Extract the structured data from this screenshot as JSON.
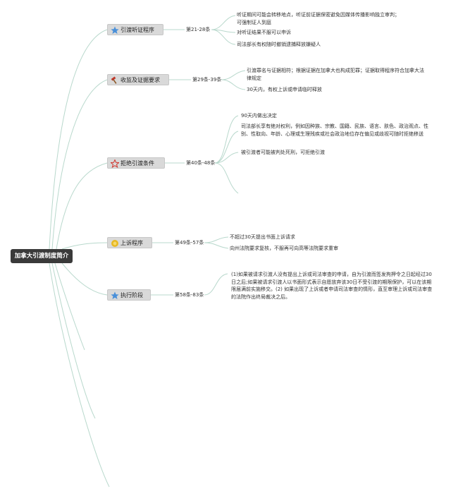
{
  "root": {
    "label": "加拿大引渡制度简介"
  },
  "topics": [
    {
      "label": "引渡听证程序",
      "icon": "blue-star-icon",
      "articles": "第21-28条",
      "leaves": [
        "听证期间可能会转移地点，听证前证据保密避免因媒体传播影响独立审判；可强制证人到庭",
        "对听证结果不服可以申诉",
        "司法部长有权随时撤销逮捕释放嫌疑人"
      ]
    },
    {
      "label": "收监及证据要求",
      "icon": "red-hammer-icon",
      "articles": "第29条-39条",
      "leaves": [
        "引渡罪名与证据相符；根据证据在加拿大也构成犯罪；证据取得程序符合加拿大法律规定",
        "30天内，有权上诉或申请临时释放"
      ]
    },
    {
      "label": "拒绝引渡条件",
      "icon": "red-star-outline-icon",
      "articles": "第40条-48条",
      "leaves": [
        "90天内做出决定",
        "司法部长享有绝对权利，例如因种族、宗教、国籍、民族、语言、肤色、政治观点、性别、性取向、年龄、心理或生理残疾或社会政治地位存在偏见或歧视可随时拒绝移送",
        "被引渡者可能被判处死刑，可拒绝引渡"
      ]
    },
    {
      "label": "上诉程序",
      "icon": "gold-circle-icon",
      "articles": "第49条-57条",
      "leaves": [
        "不超过30天提出书面上诉请求",
        "向州法院要求复核，不服再可向高等法院要求重审"
      ]
    },
    {
      "label": "执行阶段",
      "icon": "blue-star-icon",
      "articles": "第58条-83条",
      "leaves": [
        "(1)如果被请求引渡人没有提出上诉或司法审查的申请，自为引渡而签发拘押令之日起经过30日之后;如果被请求引渡人以书面形式表示自愿放弃该30日不受引渡的期限保护，可以在该期限届满前实施移交。(2) 如果出现了上诉或者申请司法审查的情形，直至审理上诉或司法审查的法院作出终局裁决之后。"
      ]
    }
  ]
}
